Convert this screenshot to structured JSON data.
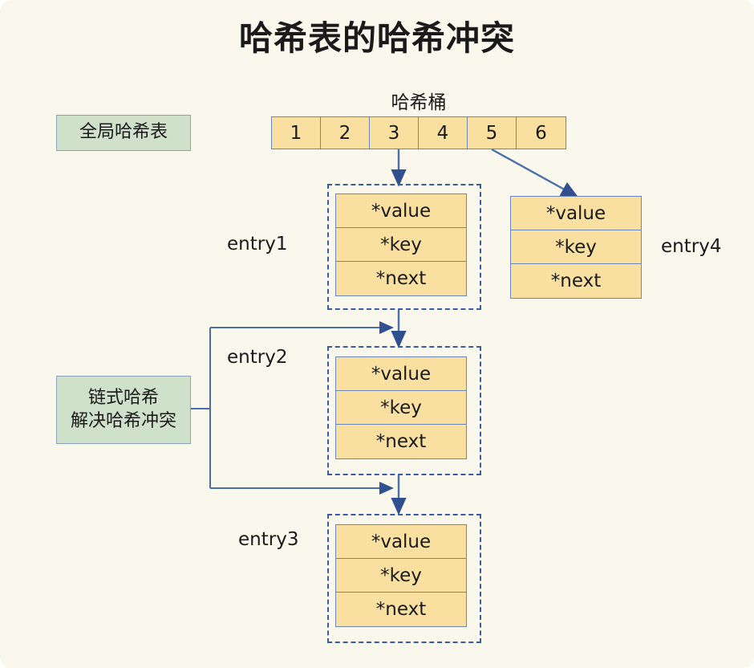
{
  "diagram": {
    "title": "哈希表的哈希冲突",
    "background_color": "#faf7ec",
    "accent_colors": {
      "cell_fill": "#fae0a0",
      "cell_border": "#6b85b5",
      "note_fill": "#cfe0cb",
      "note_border": "#8aa0b8",
      "wire": "#4a6fa9",
      "dashed_border": "#3a5ba8",
      "text": "#1a1a1a"
    }
  },
  "bucket": {
    "title": "哈希桶",
    "cells": [
      "1",
      "2",
      "3",
      "4",
      "5",
      "6"
    ]
  },
  "notes": {
    "global_table": "全局哈希表",
    "chain_line1": "链式哈希",
    "chain_line2": "解决哈希冲突"
  },
  "entry_fields": {
    "value": "*value",
    "key": "*key",
    "next": "*next"
  },
  "entries": [
    {
      "id": "entry1",
      "label": "entry1",
      "label_position": "left",
      "dashed": true,
      "fields": [
        "*value",
        "*key",
        "*next"
      ],
      "source_bucket_cell": "3"
    },
    {
      "id": "entry2",
      "label": "entry2",
      "label_position": "top-left",
      "dashed": true,
      "fields": [
        "*value",
        "*key",
        "*next"
      ],
      "source_bucket_cell": "3"
    },
    {
      "id": "entry3",
      "label": "entry3",
      "label_position": "left",
      "dashed": true,
      "fields": [
        "*value",
        "*key",
        "*next"
      ],
      "source_bucket_cell": "3"
    },
    {
      "id": "entry4",
      "label": "entry4",
      "label_position": "right",
      "dashed": false,
      "fields": [
        "*value",
        "*key",
        "*next"
      ],
      "source_bucket_cell": "5"
    }
  ]
}
